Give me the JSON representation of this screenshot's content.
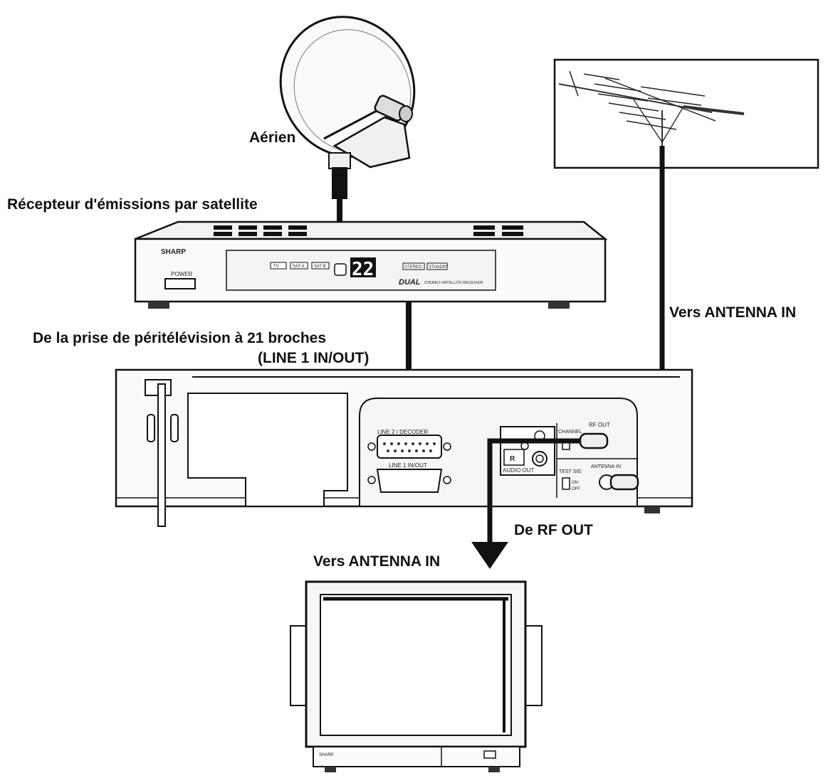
{
  "labels": {
    "aerial": "Aérien",
    "satellite_receiver": "Récepteur d'émissions par satellite",
    "scart_line1": "De la prise de péritélévision à 21 broches",
    "scart_line2": "(LINE 1 IN/OUT)",
    "to_antenna_in_vcr": "Vers ANTENNA IN",
    "from_rf_out": "De RF OUT",
    "to_antenna_in_tv": "Vers ANTENNA IN"
  },
  "receiver": {
    "brand": "SHARP",
    "power": "POWER",
    "btn_tv": "TV",
    "btn_sat_a": "SAT A",
    "btn_sat_b": "SAT B",
    "display": "22",
    "btn_stereo": "STEREO",
    "btn_standby": "STANDBY",
    "model": "DUAL",
    "model_sub": "STEREO SATELLITE RECEIVER"
  },
  "vcr_panel": {
    "line2": "LINE 2 / DECODER",
    "line1": "LINE 1 IN/OUT",
    "audio_r": "R",
    "audio_out": "AUDIO OUT",
    "channel": "CHANNEL",
    "rf_out": "RF OUT",
    "test_sig": "TEST SIG",
    "on": "ON",
    "off": "OFF",
    "antenna_in": "ANTENNA IN"
  },
  "tv": {
    "brand": "SHARP"
  }
}
